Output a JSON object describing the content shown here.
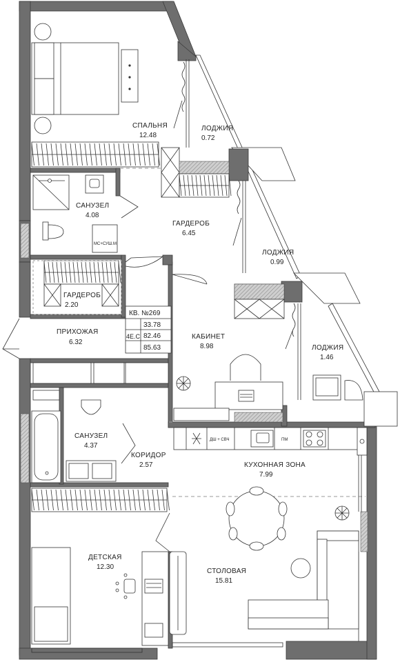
{
  "rooms": {
    "bedroom": {
      "name": "СПАЛЬНЯ",
      "area": "12.48"
    },
    "loggia1": {
      "name": "ЛОДЖИЯ",
      "area": "0.72"
    },
    "bath1": {
      "name": "САНУЗЕЛ",
      "area": "4.08"
    },
    "wardrobe1": {
      "name": "ГАРДЕРОБ",
      "area": "6.45"
    },
    "loggia2": {
      "name": "ЛОДЖИЯ",
      "area": "0.99"
    },
    "wardrobe2": {
      "name": "ГАРДЕРОБ",
      "area": "2.20"
    },
    "hall": {
      "name": "ПРИХОЖАЯ",
      "area": "6.32"
    },
    "study": {
      "name": "КАБИНЕТ",
      "area": "8.98"
    },
    "loggia3": {
      "name": "ЛОДЖИЯ",
      "area": "1.46"
    },
    "bath2": {
      "name": "САНУЗЕЛ",
      "area": "4.37"
    },
    "corridor": {
      "name": "КОРИДОР",
      "area": "2.57"
    },
    "kitchen": {
      "name": "КУХОННАЯ ЗОНА",
      "area": "7.99"
    },
    "kids": {
      "name": "ДЕТСКАЯ",
      "area": "12.30"
    },
    "dining": {
      "name": "СТОЛОВАЯ",
      "area": "15.81"
    }
  },
  "info": {
    "apartment": "КВ. №269",
    "rooms_code": "4Е.С",
    "area_living": "33.78",
    "area_total": "82.46",
    "area_with_loggia": "85.63"
  },
  "labels": {
    "washer_dryer": "МС+СУШ.М",
    "oven_mw": "ДШ + СВЧ",
    "dishwasher": "ПМ"
  },
  "colors": {
    "wall": "#6e6e6e",
    "dash": "#9a9a9a",
    "background": "#ffffff"
  }
}
